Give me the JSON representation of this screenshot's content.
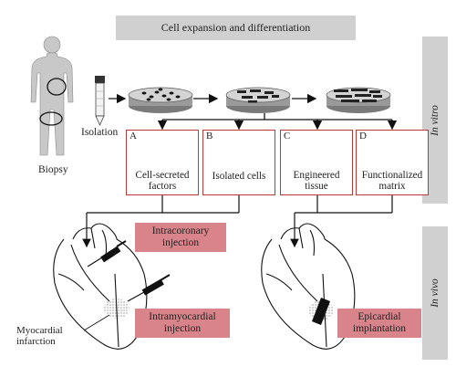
{
  "title_banner": "Cell expansion and differentiation",
  "side_labels": {
    "in_vitro": "In vitro",
    "in_vivo": "In vivo"
  },
  "steps": {
    "biopsy": "Biopsy",
    "isolation": "Isolation"
  },
  "products": [
    {
      "letter": "A",
      "label_lines": [
        "Cell-secreted",
        "factors"
      ]
    },
    {
      "letter": "B",
      "label_lines": [
        "Isolated cells"
      ]
    },
    {
      "letter": "C",
      "label_lines": [
        "Engineered",
        "tissue"
      ]
    },
    {
      "letter": "D",
      "label_lines": [
        "Functionalized",
        "matrix"
      ]
    }
  ],
  "delivery": {
    "intracoronary": [
      "Intracoronary",
      "injection"
    ],
    "intramyocardial": [
      "Intramyocardial",
      "injection"
    ],
    "epicardial": [
      "Epicardial",
      "implantation"
    ]
  },
  "annotation": [
    "Myocardial",
    "infarction"
  ],
  "colors": {
    "box_border": "#b53a3a",
    "delivery_fill": "#d9838a",
    "banner_fill": "#d0d0d0"
  }
}
